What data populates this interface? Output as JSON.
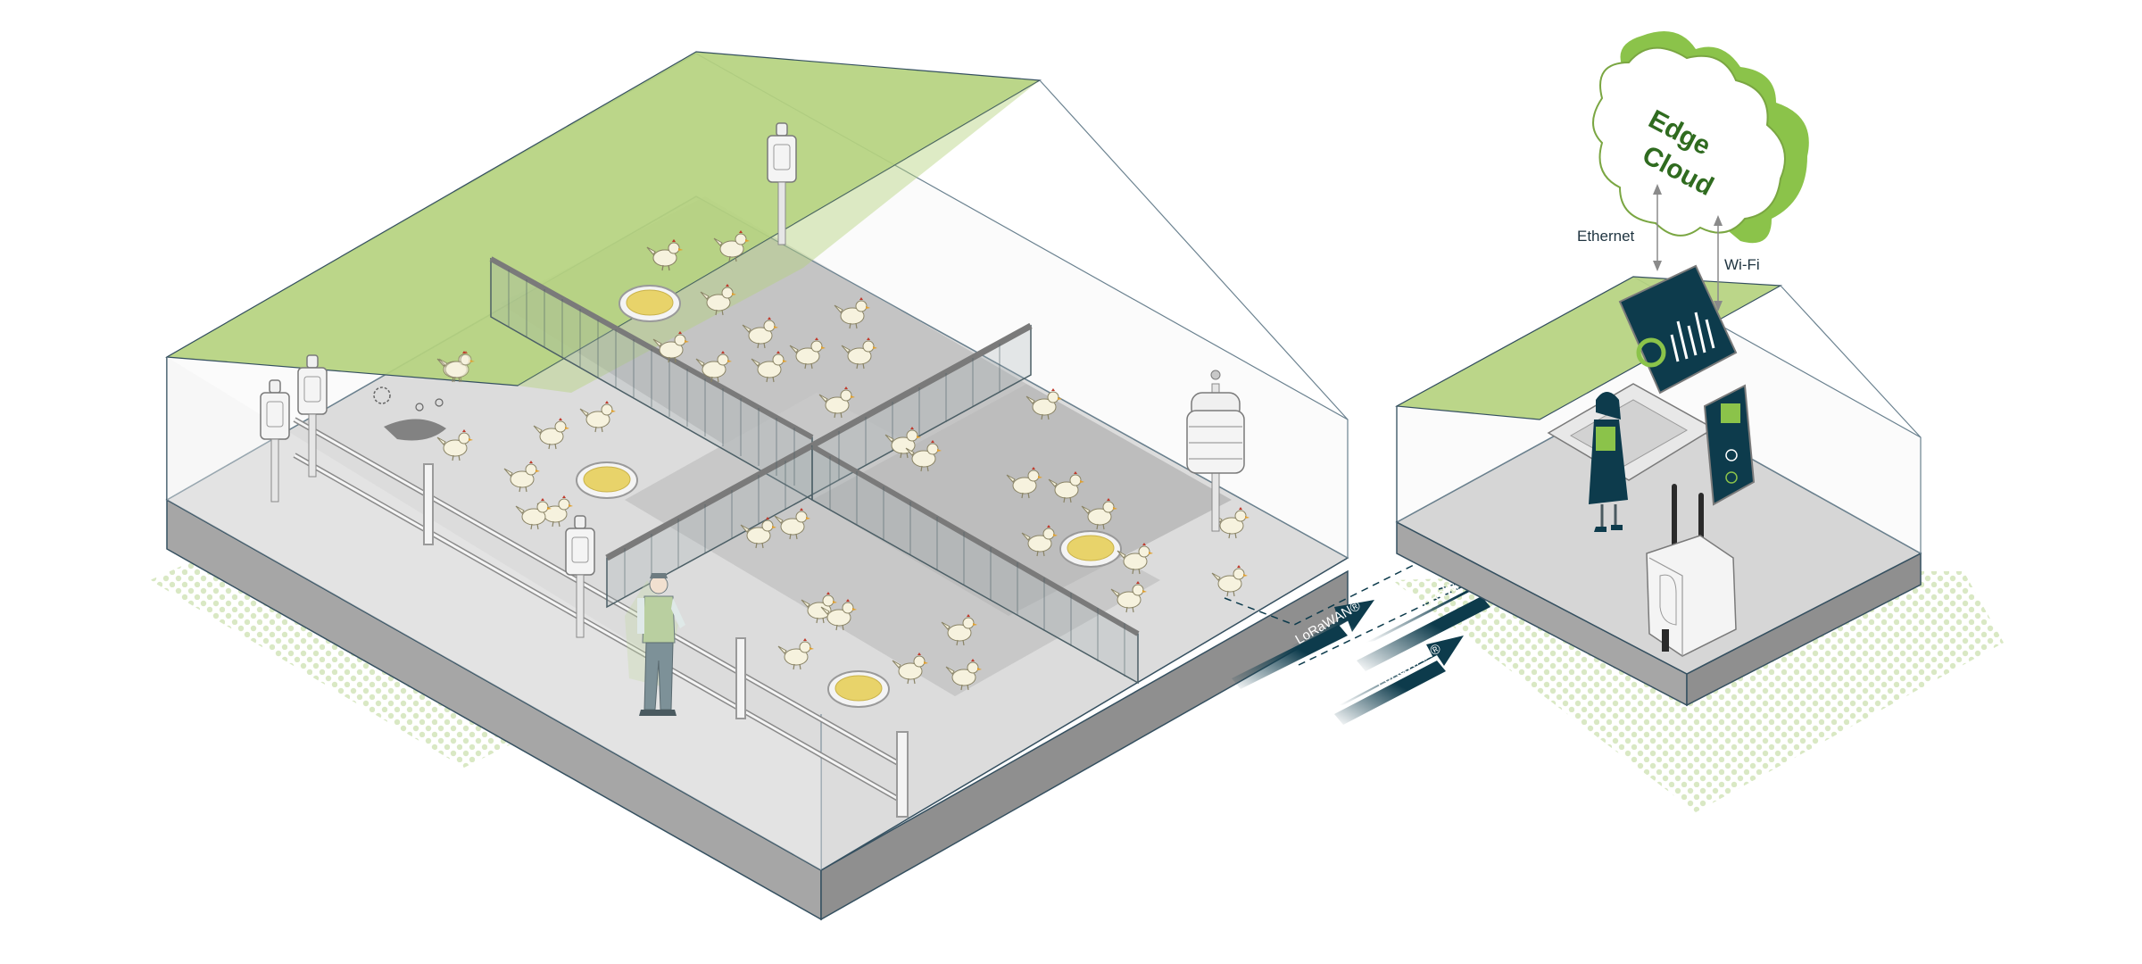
{
  "cloud": {
    "line1": "Edge",
    "line2": "Cloud"
  },
  "links": {
    "ethernet": "Ethernet",
    "wifi": "Wi-Fi"
  },
  "radio_label": "LoRaWAN®",
  "colors": {
    "roof_green": "#b5d27f",
    "cloud_green": "#8bc34a",
    "dark_teal": "#0d3b4c",
    "floor_grey": "#cfcfcf",
    "slab_grey": "#9a9a9a",
    "chicken": "#f4f0dc",
    "feed": "#e8d36a"
  },
  "icons": [
    "sensor-icon",
    "chicken-icon",
    "feeder-icon",
    "weather-station-icon",
    "farmer-icon",
    "operator-icon",
    "laptop-icon",
    "tablet-icon",
    "gateway-icon",
    "ammonia-icon"
  ]
}
